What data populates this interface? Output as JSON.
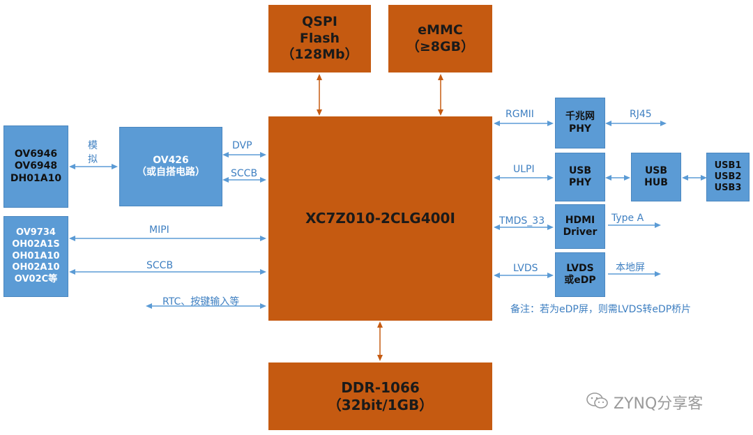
{
  "blocks": {
    "qspi": [
      "QSPI",
      "Flash",
      "（128Mb）"
    ],
    "emmc": [
      "eMMC",
      "（≥8GB）"
    ],
    "soc": "XC7Z010-2CLG400I",
    "ddr": [
      "DDR-1066",
      "（32bit/1GB）"
    ],
    "cam_a": [
      "OV6946",
      "OV6948",
      "DH01A10"
    ],
    "ov426": [
      "OV426",
      "（或自搭电路）"
    ],
    "cam_b": [
      "OV9734",
      "OH02A1S",
      "OH01A10",
      "OH02A10",
      "OV02C等"
    ],
    "gbe_phy": [
      "千兆网",
      "PHY"
    ],
    "usb_phy": [
      "USB",
      "PHY"
    ],
    "usb_hub": [
      "USB",
      "HUB"
    ],
    "usb_ports": [
      "USB1",
      "USB2",
      "USB3"
    ],
    "hdmi": [
      "HDMI",
      "Driver"
    ],
    "lvds": [
      "LVDS",
      "或eDP"
    ]
  },
  "labels": {
    "analog_1": "模",
    "analog_2": "拟",
    "dvp": "DVP",
    "sccb_top": "SCCB",
    "mipi": "MIPI",
    "sccb_bottom": "SCCB",
    "rtc": "RTC、按键输入等",
    "rgmii": "RGMII",
    "rj45": "RJ45",
    "ulpi": "ULPI",
    "tmds": "TMDS_33",
    "type_a": "Type A",
    "lvds_if": "LVDS",
    "local_screen": "本地屏"
  },
  "note": "备注：若为eDP屏，则需LVDS转eDP桥片",
  "watermark": "ZYNQ分享客",
  "colors": {
    "processor": "#c55a11",
    "peripheral": "#5b9bd5",
    "arrow_orange": "#c55a11",
    "arrow_blue": "#5b9bd5",
    "label": "#3e7fc1"
  }
}
